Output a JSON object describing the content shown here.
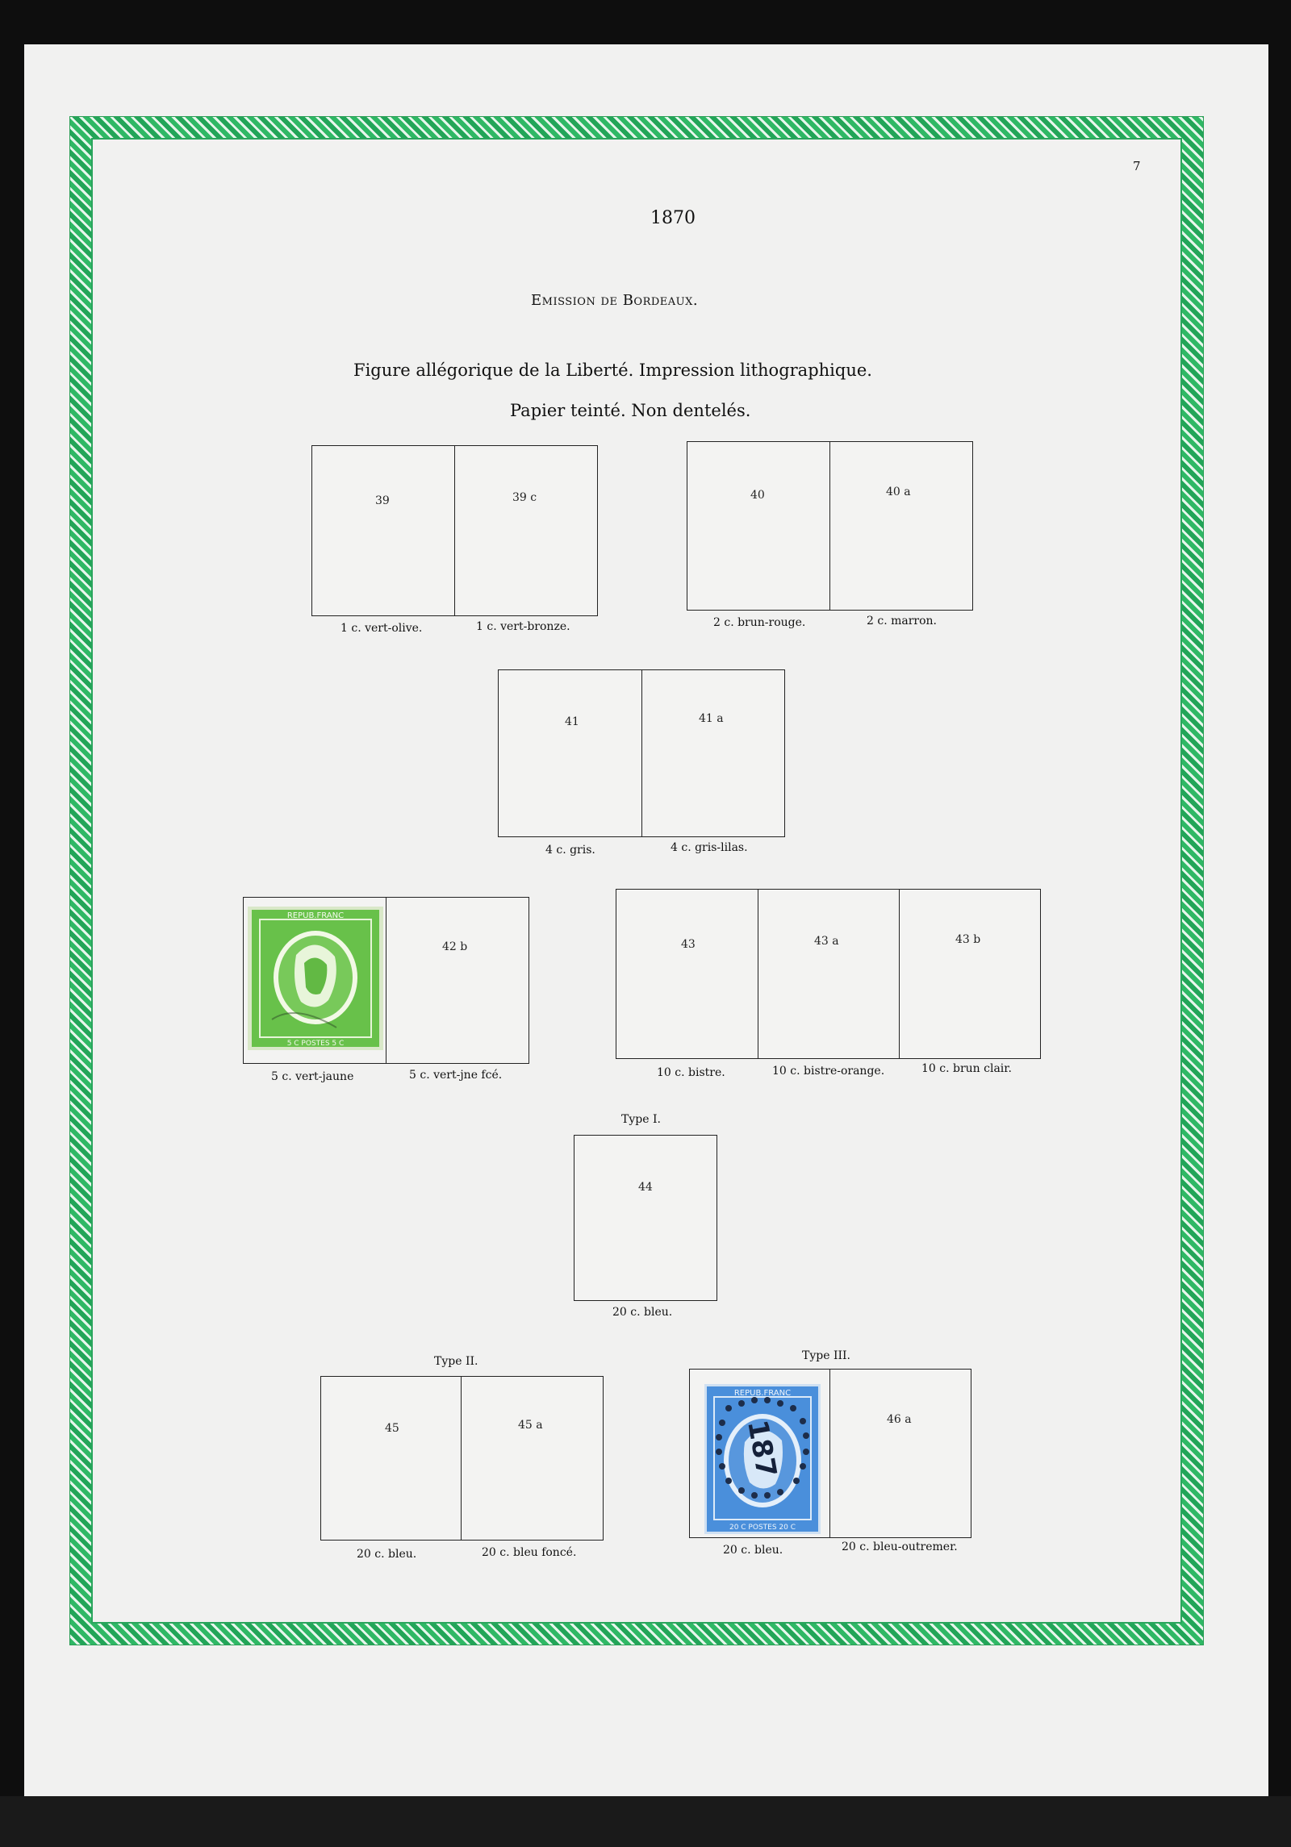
{
  "page_number": "7",
  "year": "1870",
  "section_title": "Emission de Bordeaux.",
  "subtitle_line1": "Figure allégorique de la Liberté. Impression lithographique.",
  "subtitle_line2": "Papier teinté. Non dentelés.",
  "groups": {
    "g39": {
      "slots": [
        "39",
        "39 c"
      ],
      "captions": [
        "1 c. vert-olive.",
        "1 c. vert-bronze."
      ]
    },
    "g40": {
      "slots": [
        "40",
        "40 a"
      ],
      "captions": [
        "2 c. brun-rouge.",
        "2 c. marron."
      ]
    },
    "g41": {
      "slots": [
        "41",
        "41 a"
      ],
      "captions": [
        "4 c. gris.",
        "4 c. gris-lilas."
      ]
    },
    "g42": {
      "slots": [
        "",
        "42 b"
      ],
      "captions": [
        "5 c. vert-jaune",
        "5 c. vert-jne fcé."
      ],
      "stamp": {
        "text_top": "REPUB.FRANC",
        "text_bottom": "5 C POSTES 5 C",
        "color": "#5cbf3c"
      }
    },
    "g43": {
      "slots": [
        "43",
        "43 a",
        "43 b"
      ],
      "captions": [
        "10 c. bistre.",
        "10 c. bistre-orange.",
        "10 c. brun clair."
      ]
    },
    "g44": {
      "type_label": "Type I.",
      "slots": [
        "44"
      ],
      "captions": [
        "20 c. bleu."
      ]
    },
    "g45": {
      "type_label": "Type II.",
      "slots": [
        "45",
        "45 a"
      ],
      "captions": [
        "20 c. bleu.",
        "20 c. bleu foncé."
      ]
    },
    "g46": {
      "type_label": "Type III.",
      "slots": [
        "",
        "46 a"
      ],
      "captions": [
        "20 c. bleu.",
        "20 c. bleu-outremer."
      ],
      "stamp": {
        "text_top": "REPUB.FRANC",
        "text_bottom": "20 C POSTES 20 C",
        "cancel": "187",
        "color": "#3c7fd0"
      }
    }
  }
}
